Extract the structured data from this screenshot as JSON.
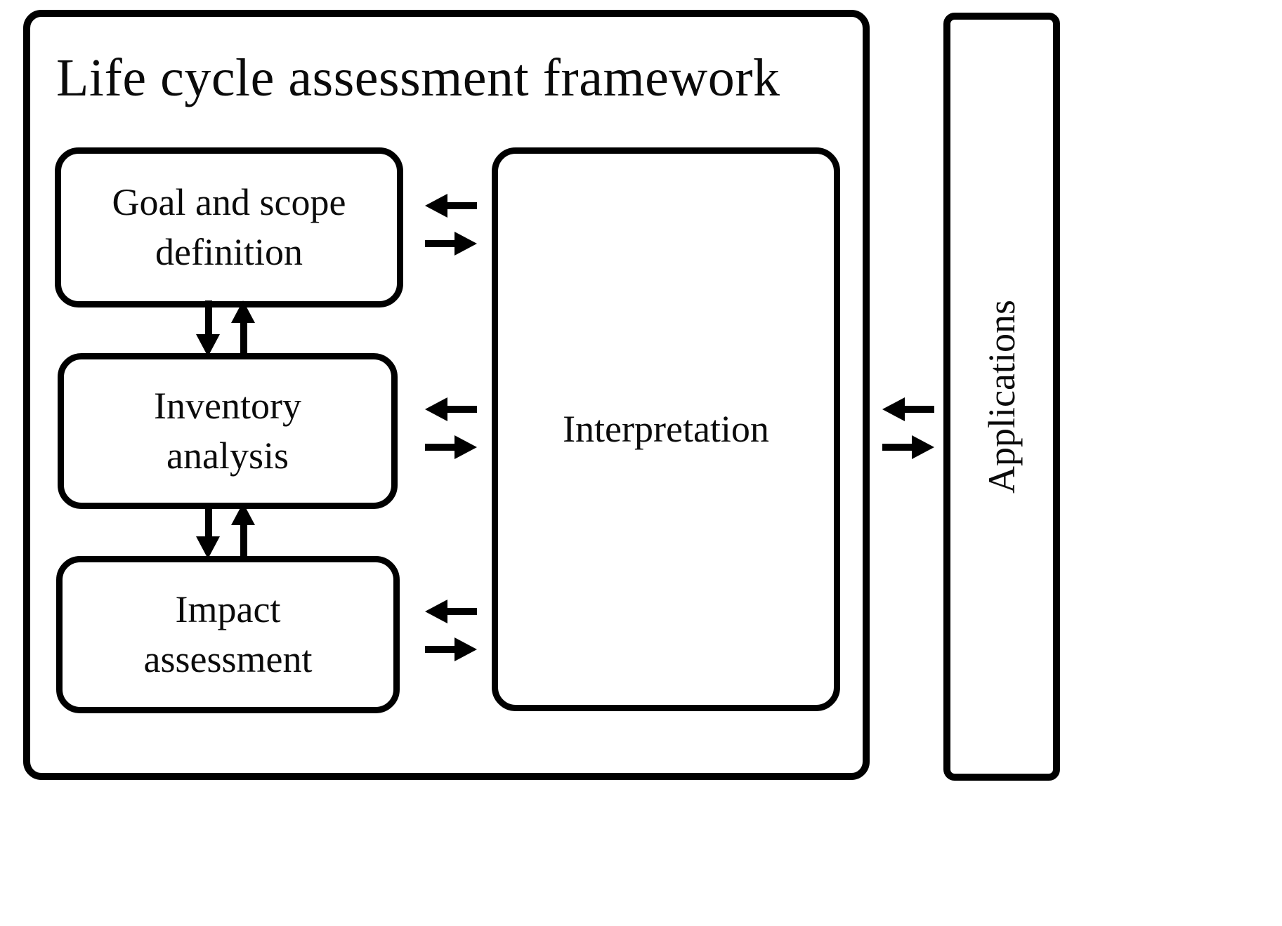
{
  "diagram": {
    "title": "Life cycle assessment framework",
    "stages": [
      {
        "id": "goal-and-scope-definition",
        "label": "Goal and scope\ndefinition"
      },
      {
        "id": "inventory-analysis",
        "label": "Inventory\nanalysis"
      },
      {
        "id": "impact-assessment",
        "label": "Impact\nassessment"
      }
    ],
    "interpretation": {
      "label": "Interpretation"
    },
    "applications": {
      "label": "Applications"
    },
    "arrows": {
      "horizontal_pairs": [
        {
          "id": "goal-interpretation",
          "top": "left-arrow-icon",
          "bottom": "right-arrow-icon"
        },
        {
          "id": "inventory-interpretation",
          "top": "left-arrow-icon",
          "bottom": "right-arrow-icon"
        },
        {
          "id": "impact-interpretation",
          "top": "left-arrow-icon",
          "bottom": "right-arrow-icon"
        },
        {
          "id": "framework-applications",
          "top": "left-arrow-icon",
          "bottom": "right-arrow-icon"
        }
      ],
      "vertical_pairs": [
        {
          "id": "goal-inventory",
          "left": "down-arrow-icon",
          "right": "up-arrow-icon"
        },
        {
          "id": "inventory-impact",
          "left": "down-arrow-icon",
          "right": "up-arrow-icon"
        }
      ]
    },
    "colors": {
      "stroke": "#000000",
      "background": "#ffffff",
      "text": "#0b0b0b"
    }
  }
}
